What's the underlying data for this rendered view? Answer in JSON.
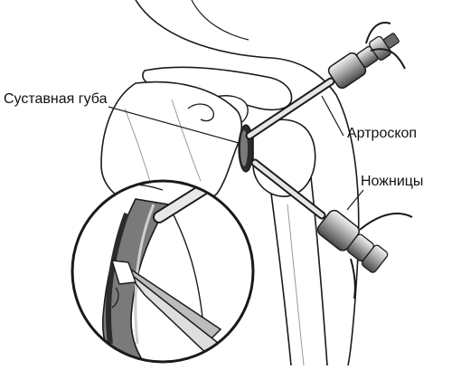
{
  "labels": {
    "labrum": "Суставная губа",
    "arthroscope": "Артроскоп",
    "scissors": "Ножницы"
  },
  "colors": {
    "line": "#1a1a1a",
    "fill": "#ffffff",
    "dark": "#2b2b2b",
    "mid": "#7a7a7a",
    "light": "#cfcfcf"
  }
}
